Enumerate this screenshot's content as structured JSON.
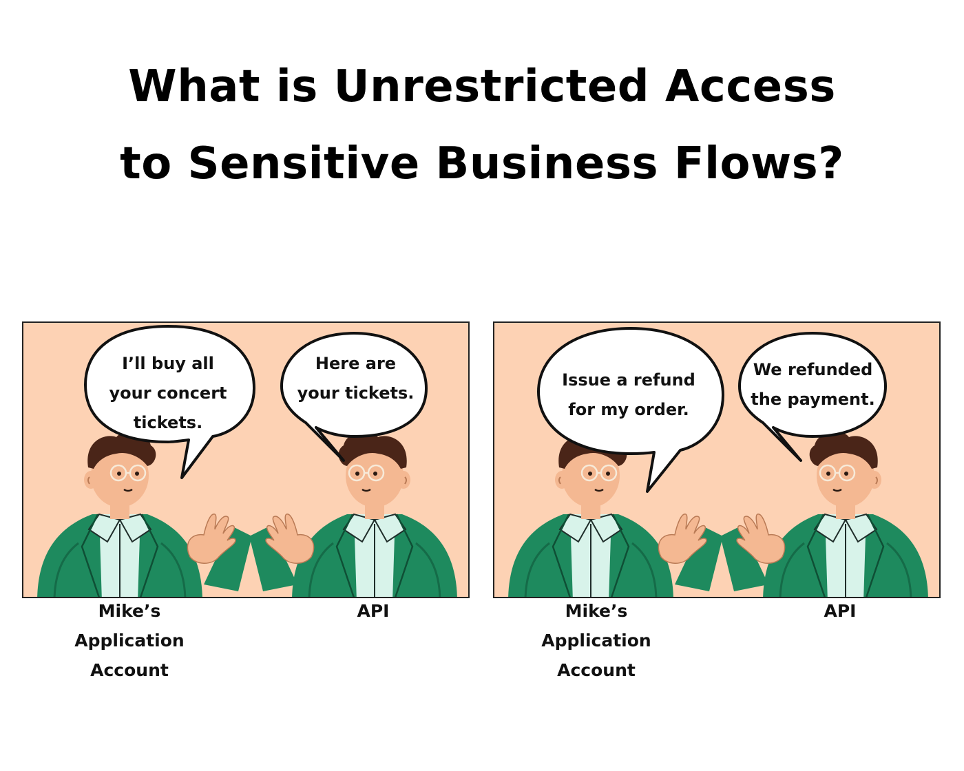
{
  "title": {
    "line1": "What is Unrestricted Access",
    "line2": "to Sensitive Business Flows?"
  },
  "panels": [
    {
      "left_bubble": "I’ll buy all\nyour concert\ntickets.",
      "right_bubble": "Here are\nyour tickets.",
      "left_caption": "Mike’s\nApplication\nAccount",
      "right_caption": "API"
    },
    {
      "left_bubble": "Issue a refund\nfor my order.",
      "right_bubble": "We refunded\nthe payment.",
      "left_caption": "Mike’s\nApplication\nAccount",
      "right_caption": "API"
    }
  ],
  "colors": {
    "panel_background": "#fdd2b4",
    "jacket": "#1e8a5e",
    "shirt": "#d8f3ea",
    "skin": "#f4b892",
    "hair": "#4a2518"
  }
}
